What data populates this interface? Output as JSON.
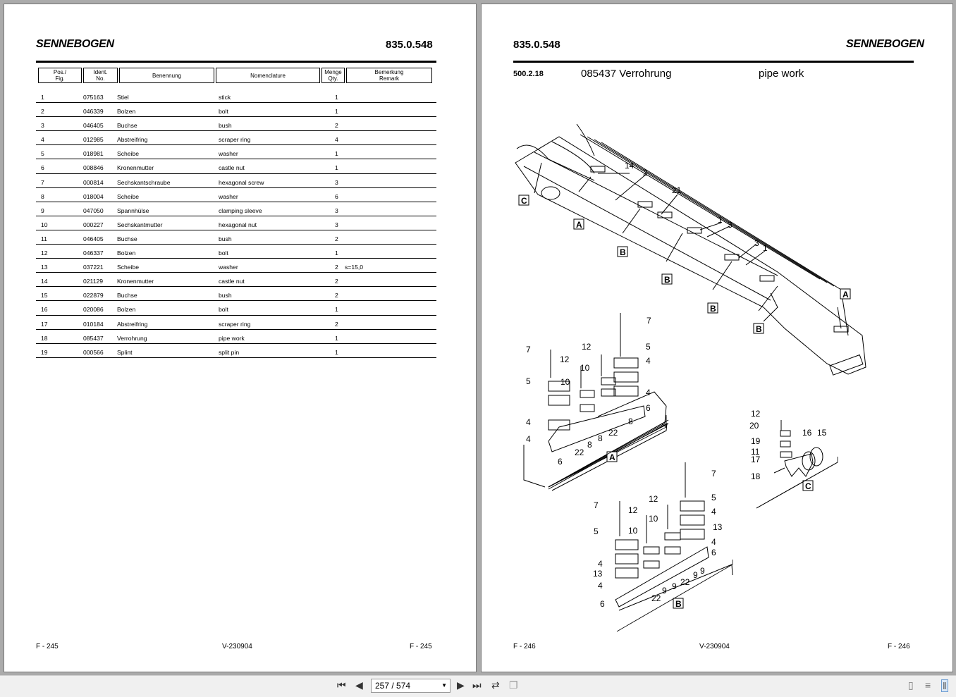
{
  "viewer": {
    "page_indicator": "257 / 574",
    "icons": [
      "first-page-icon",
      "prev-page-icon",
      "next-page-icon",
      "last-page-icon",
      "rotate-icon",
      "copy-icon",
      "single-page-view-icon",
      "continuous-view-icon",
      "two-page-view-icon"
    ]
  },
  "left_page": {
    "logo": "SENNEBOGEN",
    "doc_number": "835.0.548",
    "headers": {
      "pos": [
        "Pos./",
        "Fig."
      ],
      "ident": [
        "Ident.",
        "No."
      ],
      "benennung": "Benennung",
      "nomenclature": "Nomenclature",
      "qty": [
        "Menge",
        "Qty."
      ],
      "remark": [
        "Bemerkung",
        "Remark"
      ]
    },
    "rows": [
      {
        "pos": "1",
        "id": "075163",
        "de": "Stiel",
        "en": "stick",
        "qty": "1",
        "remark": ""
      },
      {
        "pos": "2",
        "id": "046339",
        "de": "Bolzen",
        "en": "bolt",
        "qty": "1",
        "remark": ""
      },
      {
        "pos": "3",
        "id": "046405",
        "de": "Buchse",
        "en": "bush",
        "qty": "2",
        "remark": ""
      },
      {
        "pos": "4",
        "id": "012985",
        "de": "Abstreifring",
        "en": "scraper ring",
        "qty": "4",
        "remark": ""
      },
      {
        "pos": "5",
        "id": "018981",
        "de": "Scheibe",
        "en": "washer",
        "qty": "1",
        "remark": ""
      },
      {
        "pos": "6",
        "id": "008846",
        "de": "Kronenmutter",
        "en": "castle nut",
        "qty": "1",
        "remark": ""
      },
      {
        "pos": "7",
        "id": "000814",
        "de": "Sechskantschraube",
        "en": "hexagonal screw",
        "qty": "3",
        "remark": ""
      },
      {
        "pos": "8",
        "id": "018004",
        "de": "Scheibe",
        "en": "washer",
        "qty": "6",
        "remark": ""
      },
      {
        "pos": "9",
        "id": "047050",
        "de": "Spannhülse",
        "en": "clamping sleeve",
        "qty": "3",
        "remark": ""
      },
      {
        "pos": "10",
        "id": "000227",
        "de": "Sechskantmutter",
        "en": "hexagonal nut",
        "qty": "3",
        "remark": ""
      },
      {
        "pos": "11",
        "id": "046405",
        "de": "Buchse",
        "en": "bush",
        "qty": "2",
        "remark": ""
      },
      {
        "pos": "12",
        "id": "046337",
        "de": "Bolzen",
        "en": "bolt",
        "qty": "1",
        "remark": ""
      },
      {
        "pos": "13",
        "id": "037221",
        "de": "Scheibe",
        "en": "washer",
        "qty": "2",
        "remark": "s=15,0"
      },
      {
        "pos": "14",
        "id": "021129",
        "de": "Kronenmutter",
        "en": "castle nut",
        "qty": "2",
        "remark": ""
      },
      {
        "pos": "15",
        "id": "022879",
        "de": "Buchse",
        "en": "bush",
        "qty": "2",
        "remark": ""
      },
      {
        "pos": "16",
        "id": "020086",
        "de": "Bolzen",
        "en": "bolt",
        "qty": "1",
        "remark": ""
      },
      {
        "pos": "17",
        "id": "010184",
        "de": "Abstreifring",
        "en": "scraper ring",
        "qty": "2",
        "remark": ""
      },
      {
        "pos": "18",
        "id": "085437",
        "de": "Verrohrung",
        "en": "pipe work",
        "qty": "1",
        "remark": ""
      },
      {
        "pos": "19",
        "id": "000566",
        "de": "Splint",
        "en": "split pin",
        "qty": "1",
        "remark": ""
      }
    ],
    "footer_left": "F - 245",
    "footer_center": "V-230904",
    "footer_right": "F - 245"
  },
  "right_page": {
    "logo": "SENNEBOGEN",
    "doc_number": "835.0.548",
    "section": "500.2.18",
    "title_de": "085437  Verrohrung",
    "title_en": "pipe work",
    "footer_left": "F - 246",
    "footer_center": "V-230904",
    "footer_right": "F - 246",
    "callouts": {
      "boom": [
        "14",
        "2",
        "21",
        "1",
        "3",
        "3",
        "1"
      ],
      "detail_A": [
        "7",
        "12",
        "10",
        "5",
        "4",
        "4",
        "6",
        "22",
        "8",
        "8",
        "22",
        "8",
        "6",
        "4",
        "4",
        "5",
        "7",
        "12",
        "10"
      ],
      "detail_B": [
        "7",
        "12",
        "10",
        "5",
        "4",
        "13",
        "4",
        "6",
        "22",
        "9",
        "9",
        "22",
        "9",
        "6",
        "4",
        "13",
        "4",
        "5",
        "7",
        "12",
        "10"
      ],
      "detail_C": [
        "12",
        "20",
        "19",
        "11",
        "17",
        "18",
        "16",
        "15"
      ]
    },
    "box_labels": {
      "a": "A",
      "b": "B",
      "c": "C"
    }
  }
}
